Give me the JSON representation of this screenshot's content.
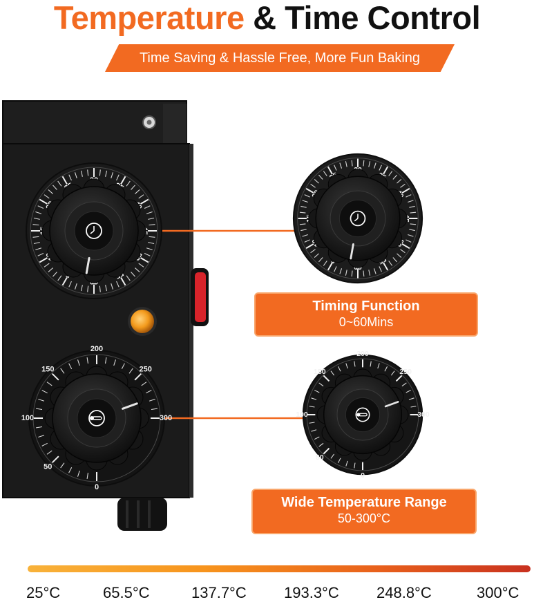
{
  "header": {
    "title_accent": "Temperature",
    "title_rest": " & Time Control",
    "subtitle": "Time Saving & Hassle Free, More Fun Baking"
  },
  "timer_dial": {
    "labels": [
      "0",
      "5",
      "10",
      "15",
      "20",
      "25",
      "30",
      "35",
      "40",
      "45",
      "50",
      "55",
      "60"
    ]
  },
  "temp_dial": {
    "labels": [
      "0",
      "50",
      "100",
      "150",
      "200",
      "250",
      "300"
    ]
  },
  "timing_card": {
    "title": "Timing Function",
    "subtitle": "0~60Mins"
  },
  "temp_card": {
    "title": "Wide Temperature Range",
    "subtitle": "50-300°C"
  },
  "temperature_scale": [
    "25°C",
    "65.5°C",
    "137.7°C",
    "193.3°C",
    "248.8°C",
    "300°C"
  ],
  "colors": {
    "accent": "#f26a21",
    "panel": "#1b1b1b",
    "indicator_light": "#f39a1c",
    "rocker_switch": "#d8232a",
    "gradient_start": "#f8b23a",
    "gradient_end": "#c8311f"
  },
  "icons": [
    "clock-icon",
    "thermometer-icon"
  ]
}
